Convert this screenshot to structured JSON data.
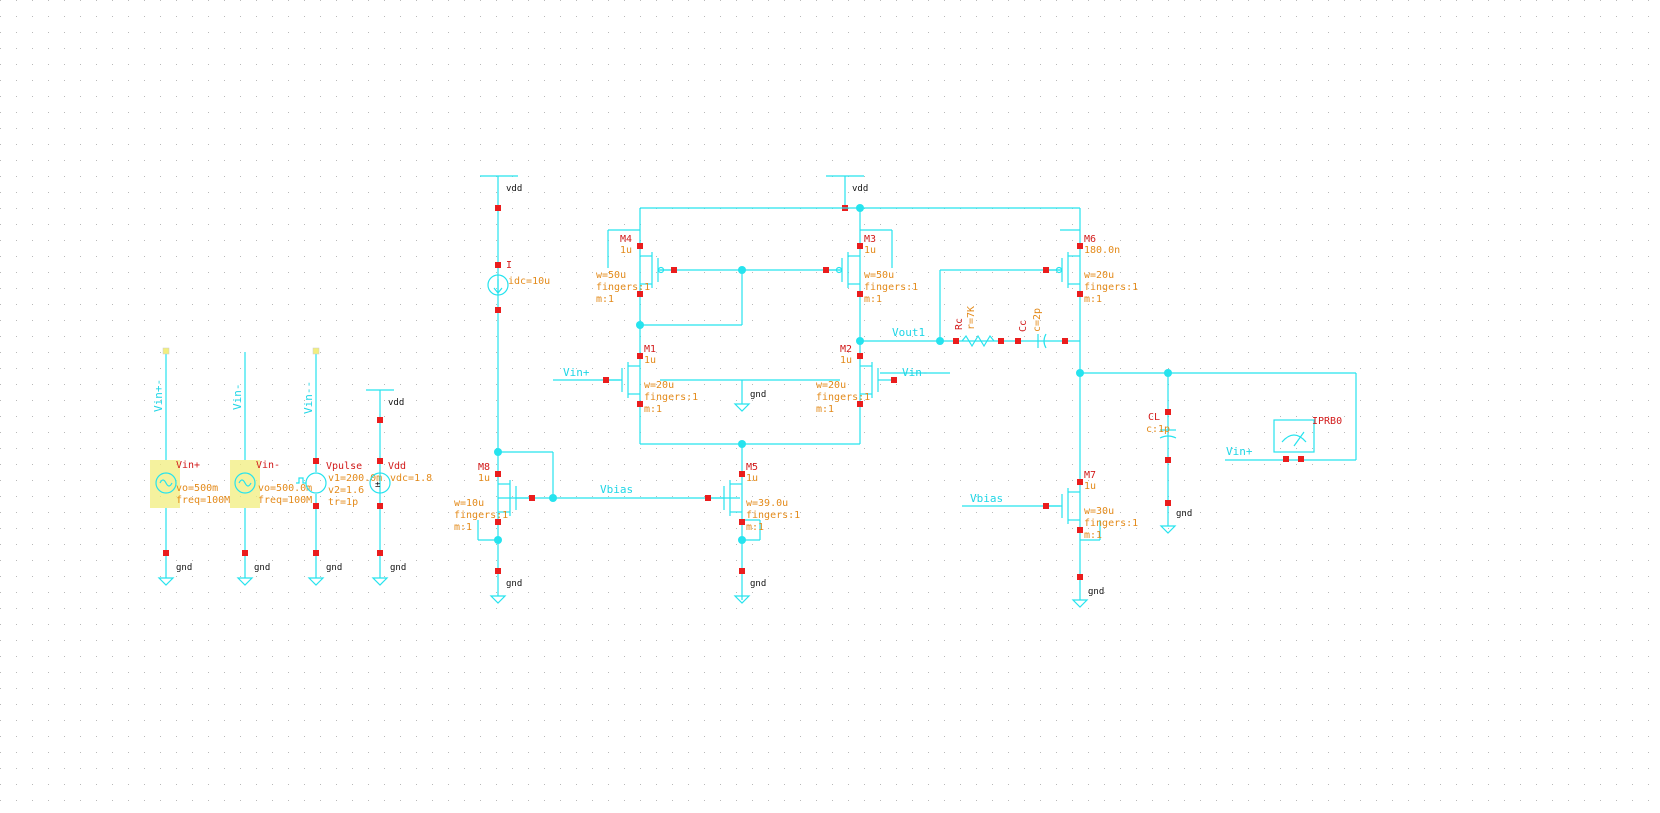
{
  "nets": {
    "vdd": "vdd",
    "gnd": "gnd",
    "vbias": "Vbias",
    "vout1": "Vout1",
    "vin_plus": "Vin+",
    "vin_minus": "Vin-",
    "vin_plus_wire": "Vin+-",
    "vin_minus_wire": "Vin-",
    "vin_pm_wire": "Vin--"
  },
  "sources": {
    "vin_plus": {
      "name": "Vin+",
      "p1": "vo=500m",
      "p2": "freq=100M"
    },
    "vin_minus": {
      "name": "Vin-",
      "p1": "vo=500.0m",
      "p2": "freq=100M"
    },
    "vpulse": {
      "name": "Vpulse",
      "p1": "v1=200.0m",
      "p2": "v2=1.6",
      "p3": "tr=1p"
    },
    "vdd": {
      "name": "Vdd",
      "p1": "vdc=1.8"
    },
    "idc": {
      "name": "I",
      "p1": "idc=10u"
    }
  },
  "mosfets": [
    {
      "name": "M4",
      "l": "1u",
      "w": "w=50u",
      "f": "fingers:1",
      "m": "m:1"
    },
    {
      "name": "M3",
      "l": "1u",
      "w": "w=50u",
      "f": "fingers:1",
      "m": "m:1"
    },
    {
      "name": "M6",
      "l": "180.0n",
      "w": "w=20u",
      "f": "fingers:1",
      "m": "m:1"
    },
    {
      "name": "M1",
      "l": "1u",
      "w": "w=20u",
      "f": "fingers:1",
      "m": "m:1"
    },
    {
      "name": "M2",
      "l": "1u",
      "w": "w=20u",
      "f": "fingers:1",
      "m": "m:1"
    },
    {
      "name": "M8",
      "l": "1u",
      "w": "w=10u",
      "f": "fingers:1",
      "m": "m:1"
    },
    {
      "name": "M5",
      "l": "1u",
      "w": "w=39.0u",
      "f": "fingers:1",
      "m": "m:1"
    },
    {
      "name": "M7",
      "l": "1u",
      "w": "w=30u",
      "f": "fingers:1",
      "m": "m:1"
    }
  ],
  "passives": {
    "rc": {
      "name": "Rc",
      "value": "r=7K"
    },
    "cc": {
      "name": "Cc",
      "value": "c=2p"
    },
    "cl": {
      "name": "CL",
      "value": "c:1p"
    }
  },
  "probe": {
    "name": "IPRB0"
  },
  "colors": {
    "wire": "#26e3ee",
    "pin": "#ea1d1d",
    "label_param": "#e38a1a",
    "label_inst": "#d21a1a",
    "highlight": "#f2ee7e"
  }
}
